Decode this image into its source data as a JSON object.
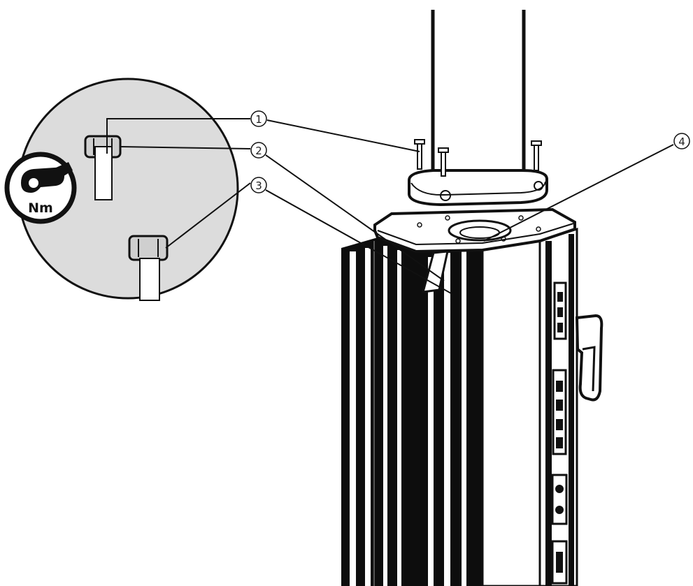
{
  "callouts": [
    {
      "number": "1",
      "label": "①"
    },
    {
      "number": "2",
      "label": "②"
    },
    {
      "number": "3",
      "label": "③"
    },
    {
      "number": "4",
      "label": "④"
    }
  ],
  "torque_badge": {
    "label": "Nm",
    "icon": "wrench-icon"
  },
  "colors": {
    "line": "#111111",
    "detail_circle": "#dcdcdc",
    "column": "#0d0d0d",
    "panel": "#ffffff"
  }
}
